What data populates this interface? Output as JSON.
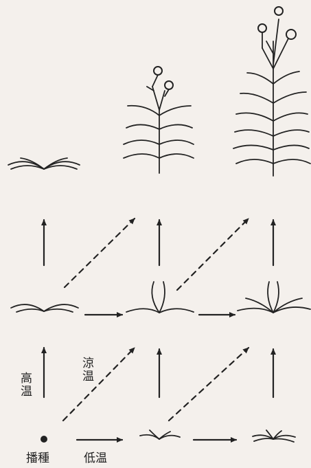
{
  "labels": {
    "sowing": "播種",
    "low_temp": "低温",
    "high_temp": "高温",
    "cool_temp": "涼温"
  }
}
